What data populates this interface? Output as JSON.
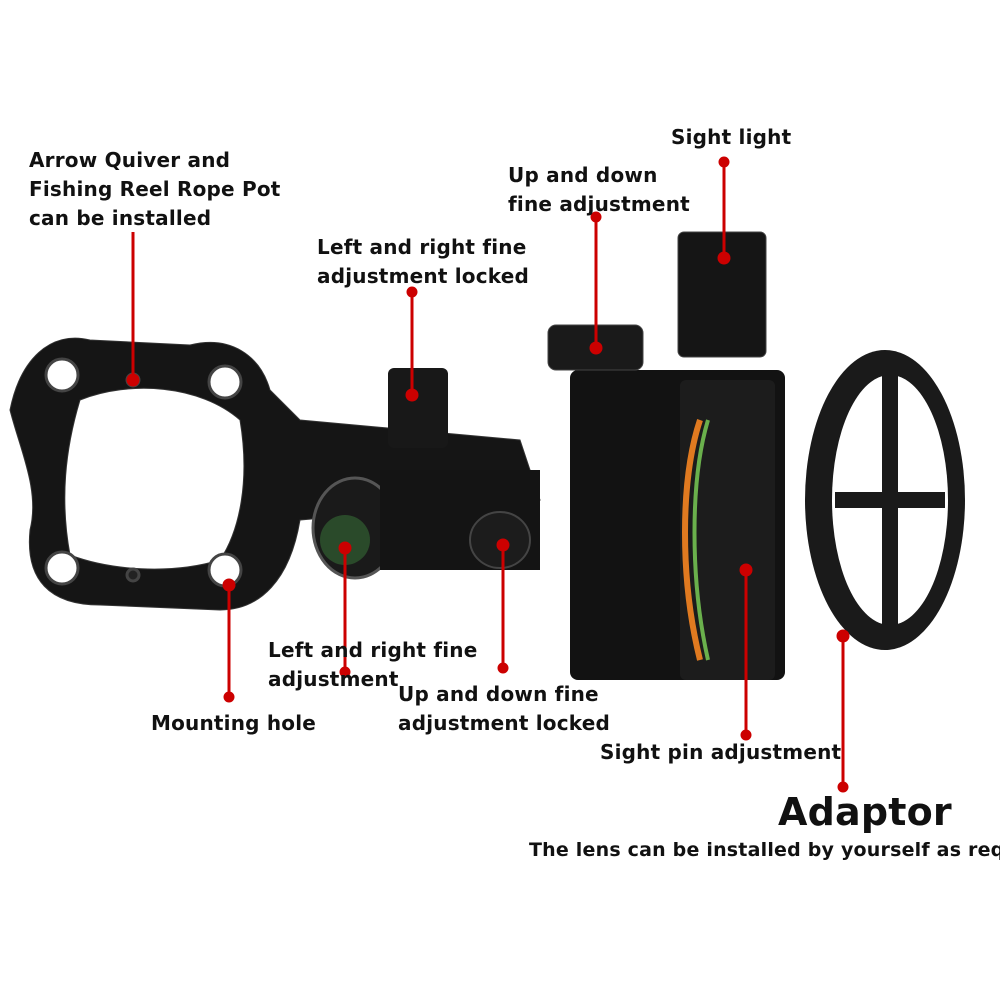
{
  "callouts": {
    "arrow_quiver": [
      "Arrow Quiver and",
      "Fishing Reel Rope Pot",
      "can be installed"
    ],
    "lr_locked": [
      "Left and right fine",
      "adjustment locked"
    ],
    "ud_fine": [
      "Up and down",
      "fine adjustment"
    ],
    "sight_light": "Sight light",
    "lr_fine": [
      "Left and right fine",
      "adjustment"
    ],
    "mounting_hole": "Mounting hole",
    "ud_locked": [
      "Up and down fine",
      "adjustment locked"
    ],
    "sight_pin": "Sight pin adjustment",
    "adaptor": "Adaptor",
    "adaptor_note": "The lens can be installed by yourself as requir"
  },
  "colors": {
    "callout_line": "#cc0000",
    "product": "#111111"
  }
}
